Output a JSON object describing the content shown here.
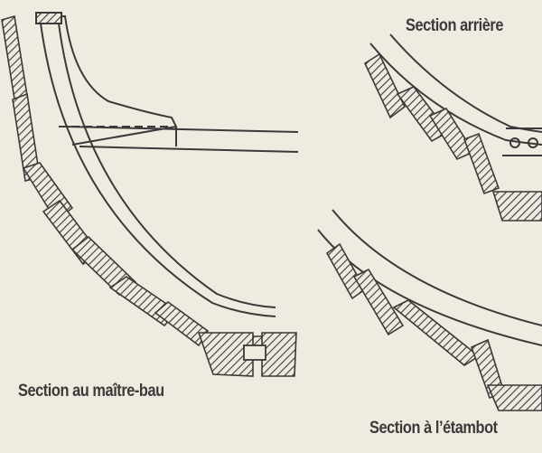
{
  "labels": {
    "rear": "Section arrière",
    "midship": "Section au maître-bau",
    "sternpost": "Section à l’étambot"
  },
  "colors": {
    "background": "#efebe0",
    "ink": "#3a3a3a"
  }
}
